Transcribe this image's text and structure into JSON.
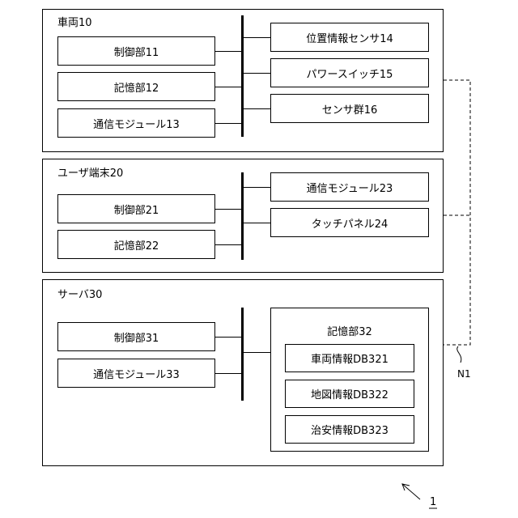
{
  "vehicle": {
    "title": "車両10",
    "left_modules": [
      "制御部11",
      "記憶部12",
      "通信モジュール13"
    ],
    "right_modules": [
      "位置情報センサ14",
      "パワースイッチ15",
      "センサ群16"
    ]
  },
  "user_terminal": {
    "title": "ユーザ端末20",
    "left_modules": [
      "制御部21",
      "記憶部22"
    ],
    "right_modules": [
      "通信モジュール23",
      "タッチパネル24"
    ]
  },
  "server": {
    "title": "サーバ30",
    "left_modules": [
      "制御部31",
      "通信モジュール33"
    ],
    "storage": {
      "title": "記憶部32",
      "databases": [
        "車両情報DB321",
        "地図情報DB322",
        "治安情報DB323"
      ]
    }
  },
  "network": {
    "label": "N1"
  },
  "system": {
    "label": "1"
  }
}
